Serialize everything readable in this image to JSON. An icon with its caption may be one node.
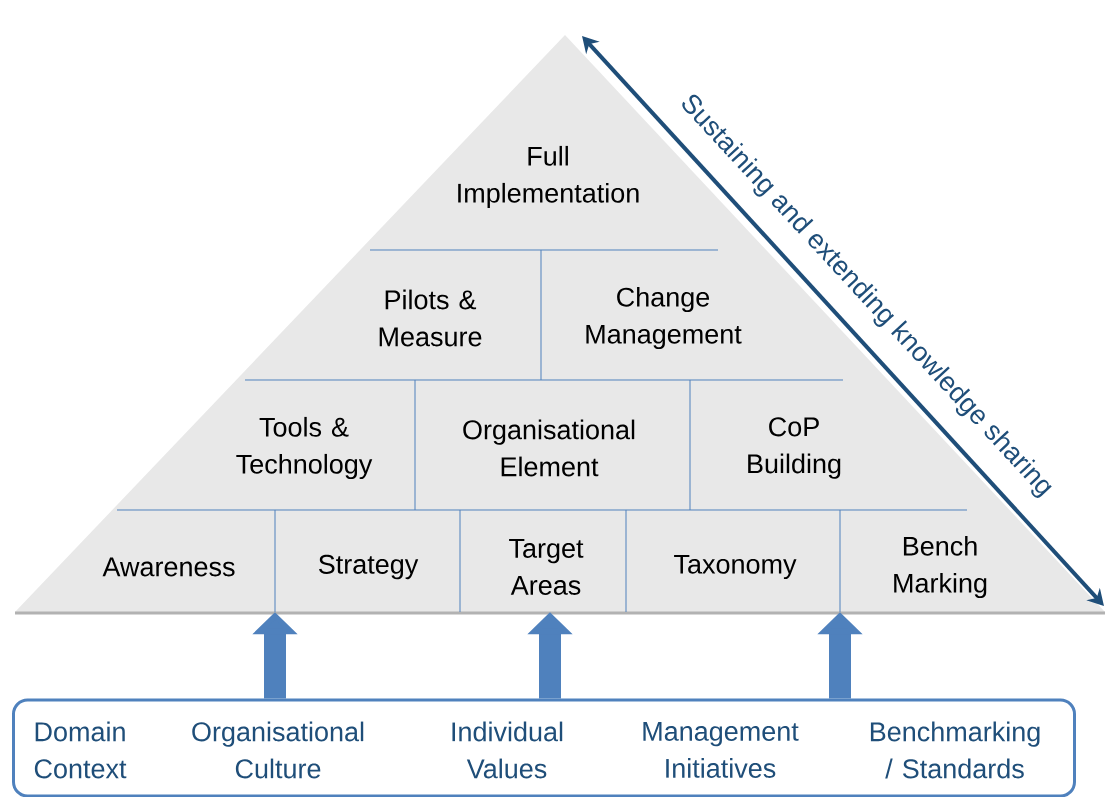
{
  "diagram": {
    "nodes": [
      {
        "text": [],
        "shape": "triangle"
      },
      {
        "text": [
          "Full Implementation"
        ],
        "in": 0
      },
      {
        "text": [
          "Pilots & Measure"
        ],
        "in": 0
      },
      {
        "text": [
          "Change Management"
        ],
        "in": 0
      },
      {
        "text": [
          "Tools & Technology"
        ],
        "in": 0
      },
      {
        "text": [
          "Organisational Element"
        ],
        "in": 0
      },
      {
        "text": [
          "CoP Building"
        ],
        "in": 0
      },
      {
        "text": [
          "Awareness"
        ],
        "in": 0
      },
      {
        "text": [
          "Strategy"
        ],
        "in": 0
      },
      {
        "text": [
          "Target Areas"
        ],
        "in": 0
      },
      {
        "text": [
          "Taxonomy"
        ],
        "in": 0
      },
      {
        "text": [
          "Bench Marking"
        ],
        "in": 0
      },
      {
        "text": [
          "Domain Context",
          "Organisational Culture",
          "Individual Values",
          "Management Initiatives",
          "Benchmarking / Standards"
        ]
      }
    ],
    "edges": [
      {
        "from": 12,
        "to": 0,
        "arrow": "to"
      },
      {
        "from": 12,
        "to": 0,
        "arrow": "to"
      },
      {
        "from": 12,
        "to": 0,
        "arrow": "to"
      }
    ],
    "labels": [
      "Sustaining and extending knowledge sharing"
    ]
  }
}
